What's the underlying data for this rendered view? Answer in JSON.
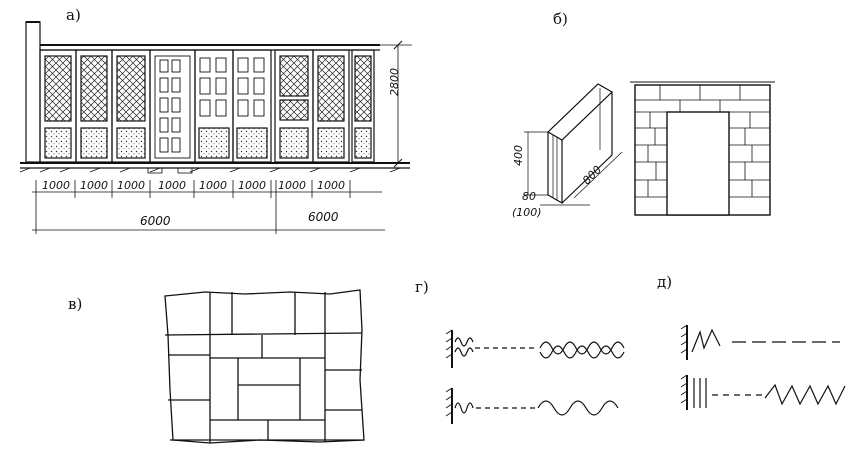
{
  "labels": {
    "a": "а)",
    "b": "б)",
    "v": "в)",
    "g": "г)",
    "d": "д)"
  },
  "panel_a": {
    "height_dim": "2800",
    "module_dims": [
      "1000",
      "1000",
      "1000",
      "1000",
      "1000",
      "1000",
      "1000",
      "1000"
    ],
    "span_dims": [
      "6000",
      "6000"
    ]
  },
  "panel_b": {
    "height_dim": "400",
    "length_dim": "800",
    "thickness_dim": "80",
    "thickness_alt": "(100)"
  }
}
